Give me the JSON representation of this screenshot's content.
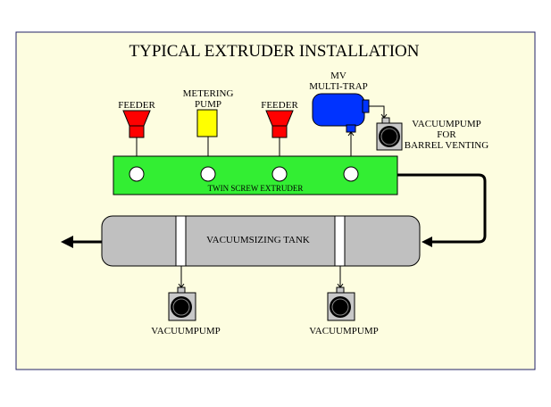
{
  "title": "TYPICAL EXTRUDER INSTALLATION",
  "labels": {
    "feeder_1": "FEEDER",
    "metering_pump_line1": "METERING",
    "metering_pump_line2": "PUMP",
    "feeder_2": "FEEDER",
    "multitrap_line1": "MV",
    "multitrap_line2": "MULTI-TRAP",
    "barrel_vacuum_line1": "VACUUMPUMP",
    "barrel_vacuum_line2": "FOR",
    "barrel_vacuum_line3": "BARREL VENTING",
    "extruder": "TWIN SCREW EXTRUDER",
    "sizing_tank": "VACUUMSIZING TANK",
    "vacuum_pump_left": "VACUUMPUMP",
    "vacuum_pump_right": "VACUUMPUMP"
  },
  "colors": {
    "background": "#fdfde0",
    "frame_border": "#222266",
    "feeder": "#ff0000",
    "metering_pump": "#ffff00",
    "multitrap": "#0033ff",
    "extruder": "#33ee33",
    "tank": "#c0c0c0",
    "pump_body": "#c8c8c8"
  },
  "icons": [
    "feeder-hopper-icon",
    "metering-pump-icon",
    "multitrap-icon",
    "vacuum-pump-icon",
    "flow-arrow-icon"
  ]
}
